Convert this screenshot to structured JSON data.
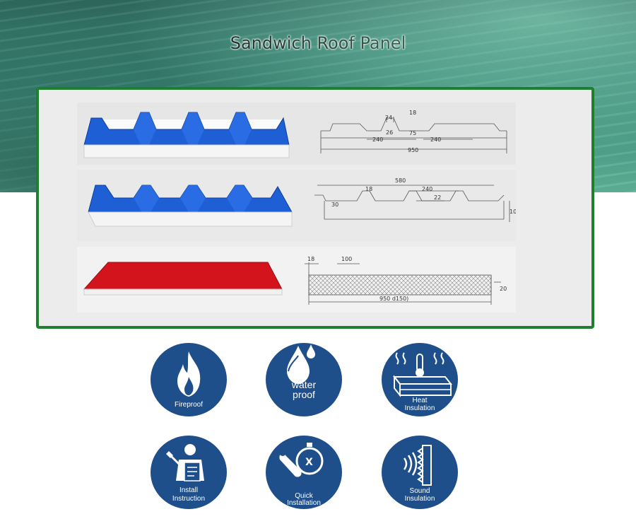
{
  "title": "Sandwich Roof Panel",
  "profiles": [
    {
      "dims": [
        "24",
        "18",
        "26",
        "75",
        "240",
        "240",
        "950"
      ]
    },
    {
      "dims": [
        "580",
        "18",
        "240",
        "22",
        "30",
        "10"
      ]
    },
    {
      "dims": [
        "18",
        "100",
        "20",
        "950 d150)"
      ]
    }
  ],
  "features": [
    {
      "label_line1": "Fireproof",
      "label_line2": "",
      "icon": "flame-icon"
    },
    {
      "label_line1": "water",
      "label_line2": "proof",
      "icon": "water-drop-icon"
    },
    {
      "label_line1": "Heat",
      "label_line2": "Insulation",
      "icon": "heat-insulation-icon"
    },
    {
      "label_line1": "Install",
      "label_line2": "Instruction",
      "icon": "install-instruction-icon"
    },
    {
      "label_line1": "Quick",
      "label_line2": "Installation",
      "icon": "wrench-stopwatch-icon"
    },
    {
      "label_line1": "Sound",
      "label_line2": "Insulation",
      "icon": "sound-insulation-icon"
    }
  ],
  "colors": {
    "frame": "#1f7f2e",
    "badge": "#1e4f8a",
    "panel_blue": "#1f5fd6",
    "panel_red": "#d4141c"
  }
}
